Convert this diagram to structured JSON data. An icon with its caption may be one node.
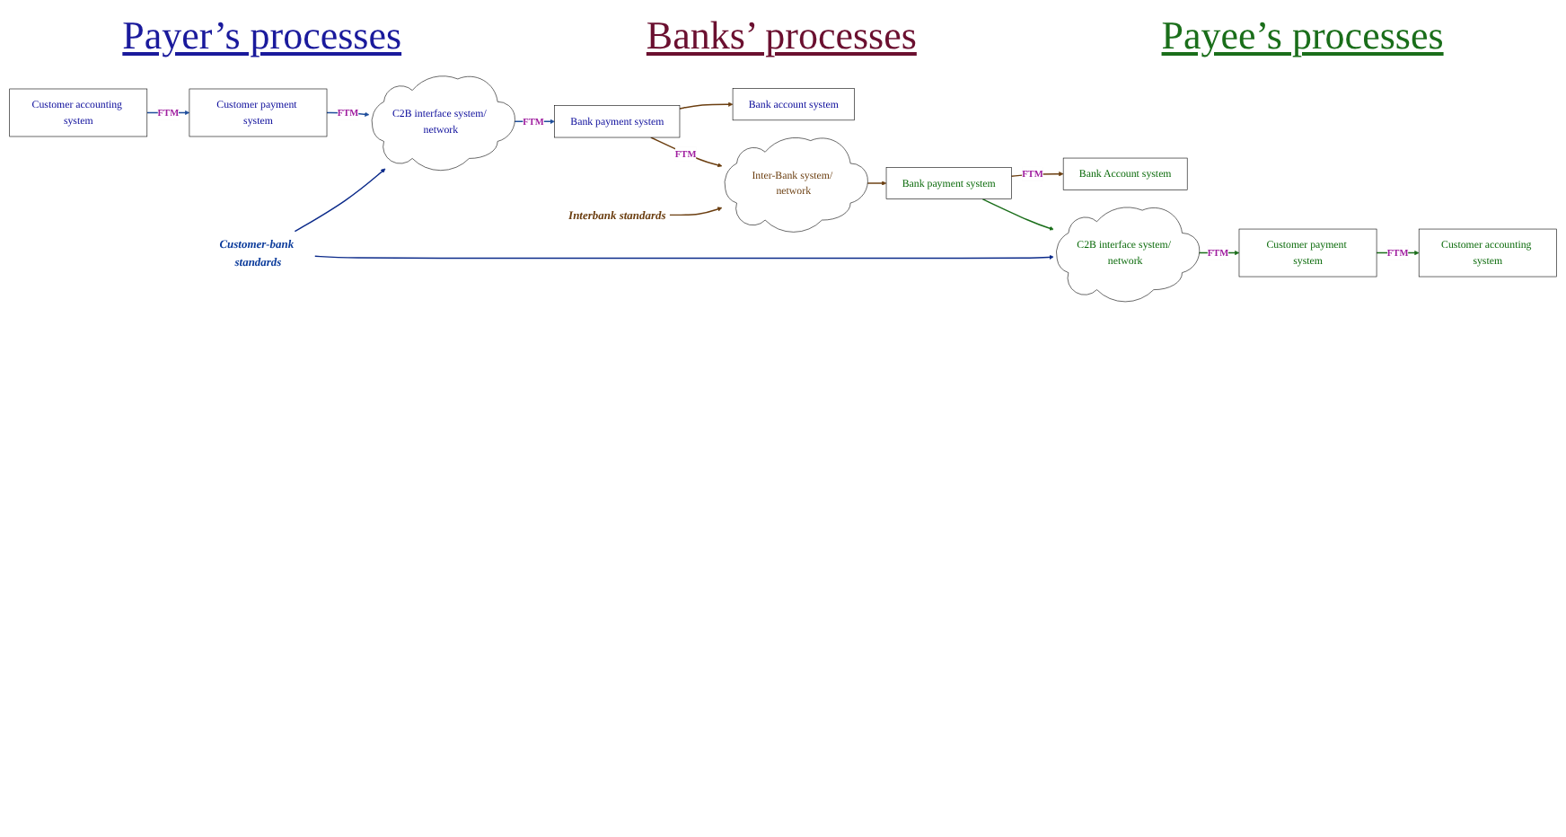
{
  "diagram": {
    "nodes": [
      {
        "text": [
          "Customer accounting system"
        ]
      },
      {
        "text": [
          "Customer payment system"
        ]
      },
      {
        "text": [
          "C2B interface system/ network"
        ]
      },
      {
        "text": [
          "Bank account system"
        ]
      },
      {
        "text": [
          "Bank payment system"
        ]
      },
      {
        "text": [
          "Inter-Bank system/ network"
        ]
      },
      {
        "text": [
          "Bank payment system"
        ]
      },
      {
        "text": [
          "Bank Account system"
        ]
      },
      {
        "text": [
          "C2B interface system/ network"
        ]
      },
      {
        "text": [
          "Customer payment system"
        ]
      },
      {
        "text": [
          "Customer accounting system"
        ]
      },
      {
        "text": [
          "Customer-bank standards"
        ]
      },
      {
        "text": [
          "Interbank standards"
        ]
      }
    ],
    "edges": [
      {
        "from": 0,
        "to": 1,
        "arrow": "to",
        "label": "FTM",
        "color": "#1f4e9c"
      },
      {
        "from": 1,
        "to": 2,
        "arrow": "to",
        "label": "FTM",
        "color": "#1f4e9c"
      },
      {
        "from": 2,
        "to": 4,
        "arrow": "to",
        "label": "FTM",
        "color": "#1f4e9c"
      },
      {
        "from": 4,
        "to": 3,
        "arrow": "to",
        "color": "#6b3e10"
      },
      {
        "from": 4,
        "to": 5,
        "arrow": "to",
        "label": "FTM",
        "color": "#6b3e10"
      },
      {
        "from": 5,
        "to": 6,
        "arrow": "to",
        "color": "#6b3e10"
      },
      {
        "from": 6,
        "to": 7,
        "arrow": "to",
        "label": "FTM",
        "color": "#6b3e10"
      },
      {
        "from": 6,
        "to": 8,
        "arrow": "to",
        "color": "#1a6e1a"
      },
      {
        "from": 8,
        "to": 9,
        "arrow": "to",
        "label": "FTM",
        "color": "#1a6e1a"
      },
      {
        "from": 9,
        "to": 10,
        "arrow": "to",
        "label": "FTM",
        "color": "#1a6e1a"
      },
      {
        "from": 11,
        "to": 2,
        "arrow": "to",
        "color": "#0b2a8a"
      },
      {
        "from": 11,
        "to": 8,
        "arrow": "to",
        "color": "#0b2a8a"
      },
      {
        "from": 12,
        "to": 5,
        "arrow": "to",
        "color": "#6b3e10"
      }
    ],
    "labels": [
      "Payer’s processes",
      "Banks’ processes",
      "Payee’s processes"
    ]
  }
}
